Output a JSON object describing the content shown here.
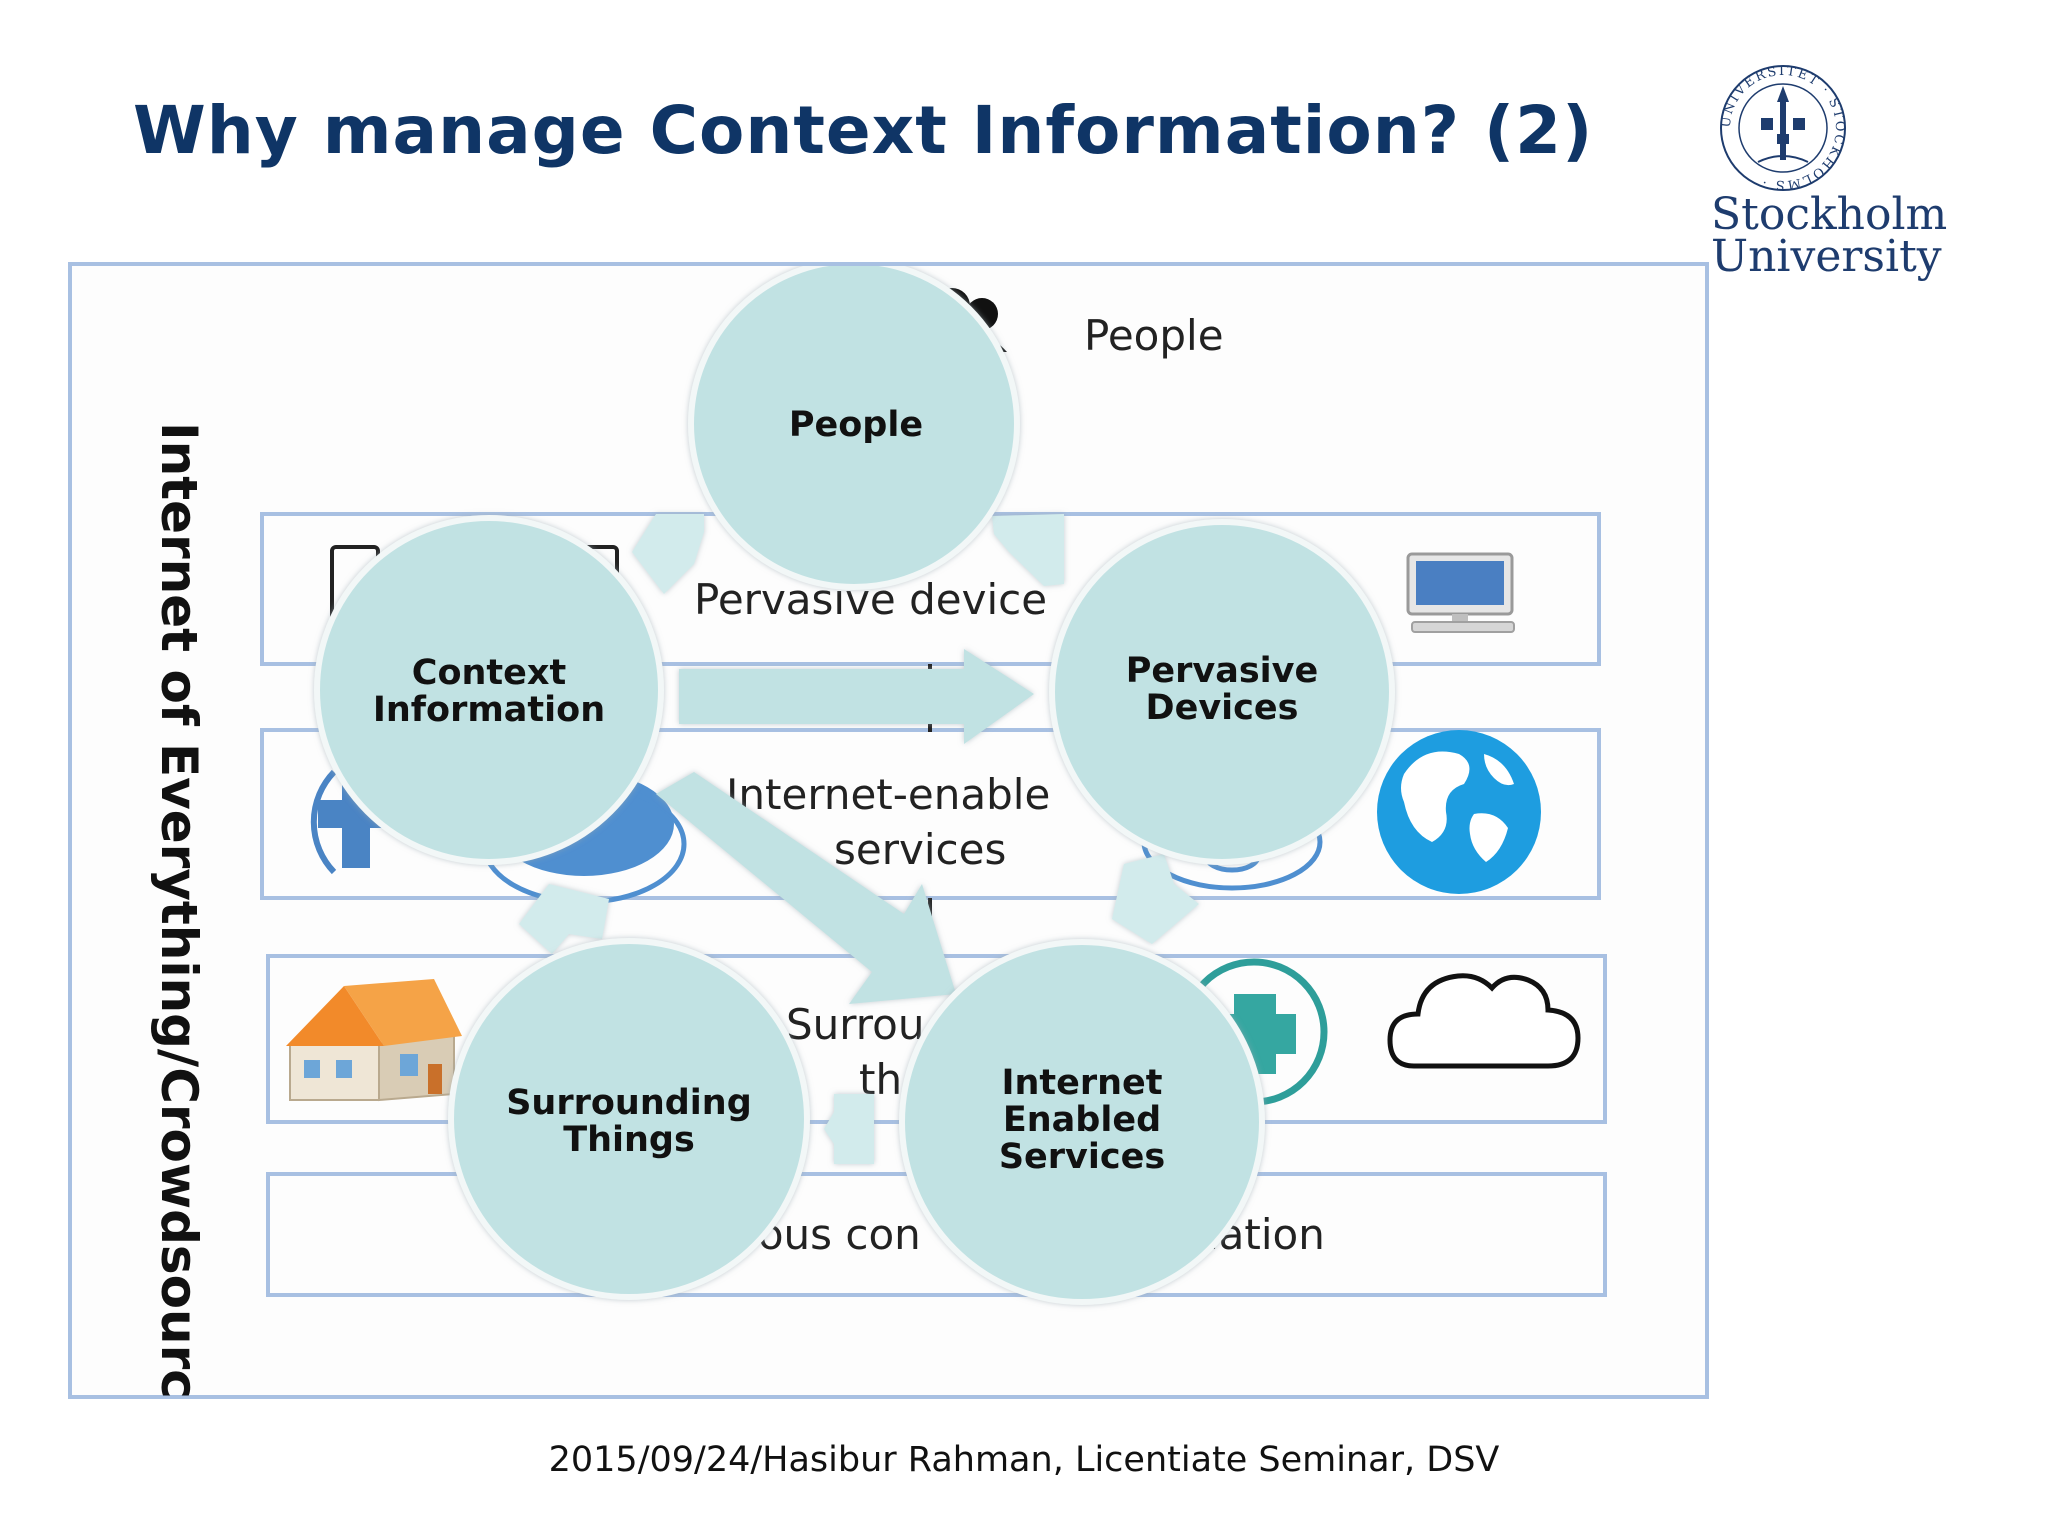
{
  "slide": {
    "title": "Why manage Context Information? (2)",
    "footer": "2015/09/24/Hasibur Rahman, Licentiate Seminar, DSV"
  },
  "logo": {
    "line1": "Stockholm",
    "line2": "University",
    "seal_text": "UNIVERSITET · STOCKHOLMS ·"
  },
  "diagram": {
    "side_label": "Internet of Everything/Crowdsourcing",
    "people_label": "People",
    "layers": [
      {
        "line1": "Pervasive device",
        "line2": ""
      },
      {
        "line1": "Internet-enable",
        "line2": "services"
      },
      {
        "line1": "Surrou",
        "line2": "th"
      },
      {
        "line1": "eous con",
        "line2": "nation"
      }
    ],
    "circles": {
      "people": {
        "line1": "People",
        "line2": "",
        "line3": ""
      },
      "context": {
        "line1": "Context",
        "line2": "Information",
        "line3": ""
      },
      "pervasive": {
        "line1": "Pervasive",
        "line2": "Devices",
        "line3": ""
      },
      "internet": {
        "line1": "Internet",
        "line2": "Enabled",
        "line3": "Services"
      },
      "surrounding": {
        "line1": "Surrounding",
        "line2": "Things",
        "line3": ""
      }
    },
    "icons": [
      "people-icon",
      "tablet-icon",
      "computer-icon",
      "medical-cross-icon",
      "globe-icon",
      "house-icon",
      "health-plus-icon",
      "cloud-icon"
    ],
    "colors": {
      "circle_fill": "#c1e2e3",
      "arrow_fill": "#c1e2e3",
      "layer_border": "#a8c0e2",
      "title": "#0f3566"
    }
  }
}
